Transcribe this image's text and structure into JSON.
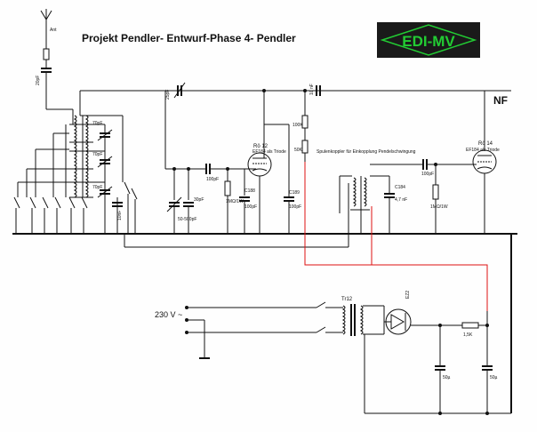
{
  "title": "Projekt Pendler- Entwurf-Phase 4- Pendler",
  "logo_text": "EDI-MV",
  "colors": {
    "logo_bg": "#1a1a1a",
    "logo_text": "#22cc33",
    "wire": "#111111",
    "red_wire": "#dd1111"
  },
  "labels": {
    "ant": "Ant",
    "nf": "NF",
    "mains": "230 V ~",
    "coupler_note": "Spulenkoppler für Einkopplung Pendelschwingung",
    "tube1_name": "Rö 12",
    "tube1_type": "EF184 als Triode",
    "tube2_name": "Rö 14",
    "tube2_type": "EF184 als Triode",
    "trafo": "Tr12",
    "rect": "EZ2",
    "c188": "C188",
    "c189": "C189",
    "c184": "C184",
    "cap_70pf_1": "70pF",
    "cap_70pf_2": "70pF",
    "cap_70pf_3": "70pF",
    "cap_100pf_1": "100pF",
    "cap_100pf_2": "100pF",
    "cap_100pf_3": "100pF",
    "cap_100pf_4": "100pF",
    "cap_10nf_top": "10 nF",
    "cap_10nf_v": "10nF",
    "cap_47nf": "4,7 nF",
    "cap_30pf": "30pF",
    "cap_50_500": "50-500pF",
    "cap_25pf": "25pF",
    "cap_50u_1": "50µ",
    "cap_50u_2": "50µ",
    "res_1m_1": "1MΩ/1W",
    "res_1m_2": "1MΩ/1W",
    "res_100k": "100K",
    "res_50k": "50K",
    "res_1k5": "1,5K",
    "cap_20pf": "20pF"
  }
}
